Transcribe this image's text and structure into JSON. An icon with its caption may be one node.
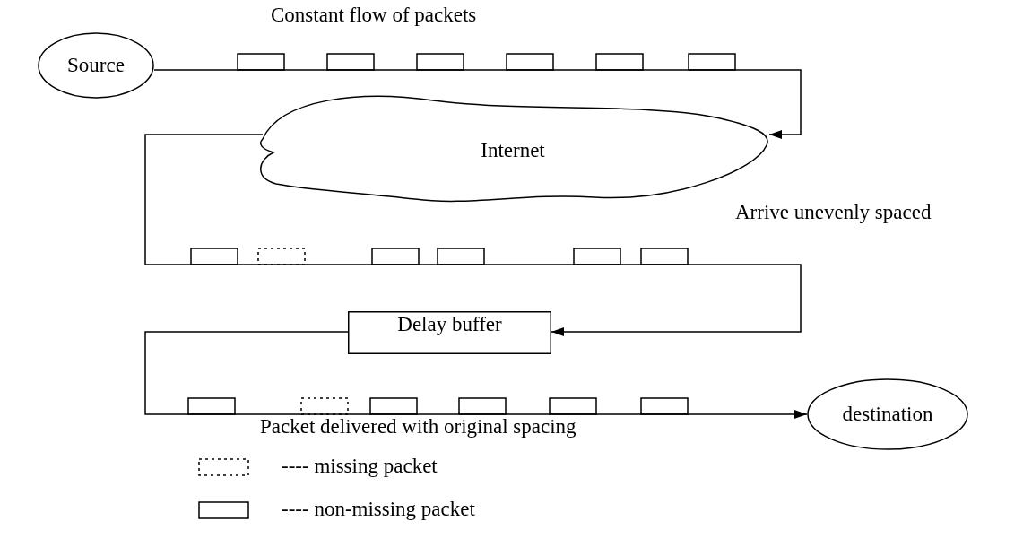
{
  "diagram": {
    "nodes": [
      {
        "text": [
          "Source"
        ]
      },
      {
        "text": [
          "Internet"
        ]
      },
      {
        "text": [
          "Delay buffer"
        ]
      },
      {
        "text": [
          "destination"
        ]
      }
    ],
    "edges": [
      {
        "from": 0,
        "to": 1,
        "arrow": "to",
        "label": "Constant flow of packets"
      },
      {
        "from": 1,
        "to": 2,
        "arrow": "to",
        "label": "Arrive unevenly spaced"
      },
      {
        "from": 2,
        "to": 3,
        "arrow": "to",
        "label": "Packet delivered with original spacing"
      }
    ],
    "legend": [
      {
        "text": "---- missing packet"
      },
      {
        "text": "---- non-missing packet"
      }
    ]
  }
}
